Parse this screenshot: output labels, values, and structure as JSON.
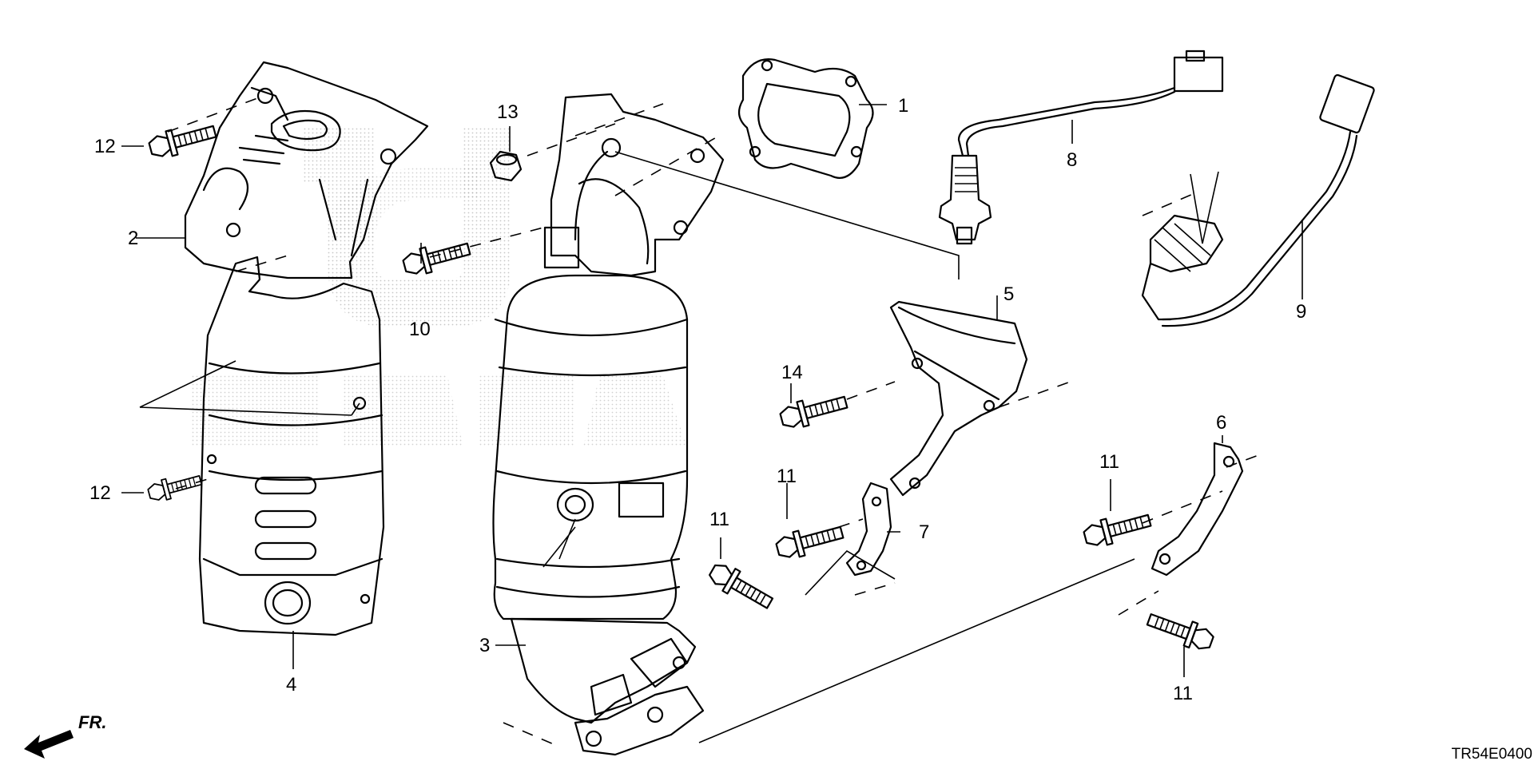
{
  "callouts": {
    "p1": "1",
    "p2": "2",
    "p3": "3",
    "p4": "4",
    "p5": "5",
    "p6": "6",
    "p7": "7",
    "p8": "8",
    "p9": "9",
    "p10": "10",
    "p11a": "11",
    "p11b": "11",
    "p11c": "11",
    "p11d": "11",
    "p12a": "12",
    "p12b": "12",
    "p13": "13",
    "p14": "14"
  },
  "direction_label": "FR.",
  "diagram_code": "TR54E0400",
  "watermark_logo": "HONDA"
}
